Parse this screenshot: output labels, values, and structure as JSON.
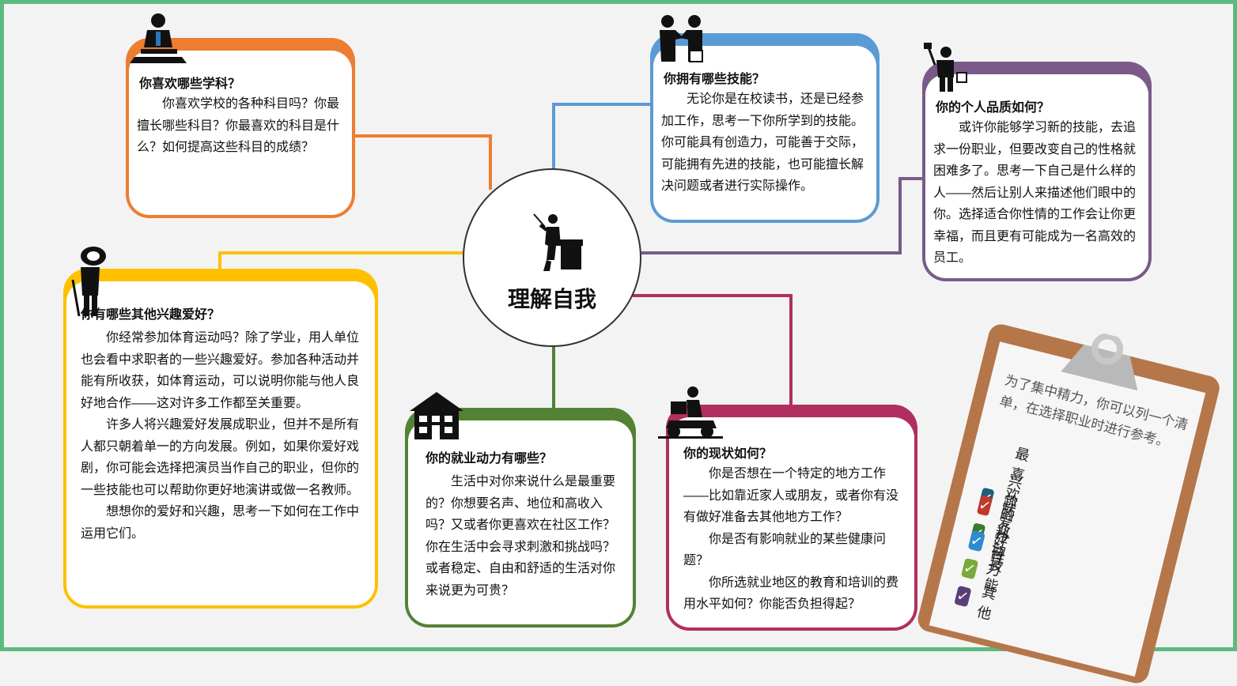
{
  "center": {
    "label": "理解自我"
  },
  "colors": {
    "subjects": "#ed7d31",
    "skills": "#5b9bd5",
    "character": "#7b5a8a",
    "hobbies": "#ffc000",
    "motivation": "#548235",
    "situation": "#b02e60",
    "frame": "#5cba80"
  },
  "boxes": {
    "subjects": {
      "title": "你喜欢哪些学科？",
      "paragraphs": [
        "你喜欢学校的各种科目吗？你最擅长哪些科目？你最喜欢的科目是什么？如何提高这些科目的成绩？"
      ]
    },
    "skills": {
      "title": "你拥有哪些技能？",
      "paragraphs": [
        "无论你是在校读书，还是已经参加工作，思考一下你所学到的技能。你可能具有创造力，可能善于交际，可能拥有先进的技能，也可能擅长解决问题或者进行实际操作。"
      ]
    },
    "character": {
      "title": "你的个人品质如何？",
      "paragraphs": [
        "或许你能够学习新的技能，去追求一份职业，但要改变自己的性格就困难多了。思考一下自己是什么样的人——然后让别人来描述他们眼中的你。选择适合你性情的工作会让你更幸福，而且更有可能成为一名高效的员工。"
      ]
    },
    "hobbies": {
      "title": "你有哪些其他兴趣爱好？",
      "paragraphs": [
        "你经常参加体育运动吗？除了学业，用人单位也会看中求职者的一些兴趣爱好。参加各种活动并能有所收获，如体育运动，可以说明你能与他人良好地合作——这对许多工作都至关重要。",
        "许多人将兴趣爱好发展成职业，但并不是所有人都只朝着单一的方向发展。例如，如果你爱好戏剧，你可能会选择把演员当作自己的职业，但你的一些技能也可以帮助你更好地演讲或做一名教师。",
        "想想你的爱好和兴趣，思考一下如何在工作中运用它们。"
      ]
    },
    "motivation": {
      "title": "你的就业动力有哪些？",
      "paragraphs": [
        "生活中对你来说什么是最重要的？你想要名声、地位和高收入吗？又或者你更喜欢在社区工作？你在生活中会寻求刺激和挑战吗？或者稳定、自由和舒适的生活对你来说更为可贵？"
      ]
    },
    "situation": {
      "title": "你的现状如何？",
      "paragraphs": [
        "你是否想在一个特定的地方工作——比如靠近家人或朋友，或者你有没有做好准备去其他地方工作？",
        "你是否有影响就业的某些健康问题？",
        "你所选就业地区的教育和培训的费用水平如何？你能否负担得起？"
      ]
    }
  },
  "clipboard": {
    "intro": "为了集中精力，你可以列一个清单，在选择职业时进行参考。",
    "items": [
      {
        "label": "最喜欢的科目",
        "color": "#1f5f7a"
      },
      {
        "label": "兴趣爱好",
        "color": "#c0392b"
      },
      {
        "label": "就业动力",
        "color": "#3a7a34"
      },
      {
        "label": "个性",
        "color": "#2e8bd0"
      },
      {
        "label": "技能",
        "color": "#7aa83a"
      },
      {
        "label": "其他",
        "color": "#5a3e78"
      }
    ]
  }
}
